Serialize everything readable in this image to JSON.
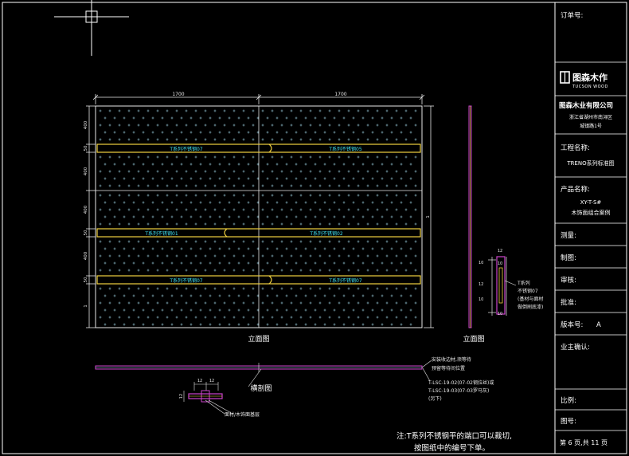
{
  "title_block": {
    "order_no_label": "订单号:",
    "logo_cn": "图森木作",
    "logo_en": "TUCSON WOOD",
    "company_name": "图森木业有限公司",
    "address_line1": "浙江省湖州市南浔区",
    "address_line2": "城镇路1号",
    "project_label": "工程名称:",
    "project_value": "TRENO系列标准图",
    "product_label": "产品名称:",
    "product_line1": "XY-T-S#",
    "product_line2": "木饰面组合案例",
    "measure_label": "测量:",
    "draw_label": "制图:",
    "review_label": "审核:",
    "approve_label": "批准:",
    "version_label": "版本号:",
    "version_value": "A",
    "owner_label": "业主确认:",
    "scale_label": "比例:",
    "drawing_no_label": "图号:",
    "page_info": "第 6 页,共 11 页"
  },
  "elevation": {
    "dim_top_left": "1700",
    "dim_top_right": "1700",
    "left_dims": [
      "400",
      "50",
      "400",
      "400",
      "50",
      "400",
      "50",
      "1"
    ],
    "strip_labels": [
      [
        "T系列不锈钢07",
        "T系列不锈钢05"
      ],
      [
        "T系列不锈钢01",
        "T系列不锈钢02"
      ],
      [
        "T系列不锈钢07",
        "T系列不锈钢07"
      ]
    ],
    "right_dim": "1",
    "caption": "立面图"
  },
  "side_view": {
    "caption": "立面图",
    "detail_dims": [
      "12",
      "10",
      "12",
      "10",
      "10",
      "10"
    ],
    "note_lines": [
      "T系列",
      "不锈钢07",
      "(基材与面材",
      "做倒刷底漆)"
    ]
  },
  "section": {
    "caption": "横剖图",
    "detail_dims": [
      "12",
      "12",
      "12"
    ],
    "note_install_1": "安装收边材,须等待",
    "note_install_2": "预留等待间位置",
    "note_codes_1": "T-LSC-19-02(07-02钢拉丝)或",
    "note_codes_2": "T-LSC-19-03(07-03罗马灰)",
    "note_codes_3": "(另下)",
    "note_face": "面材/木饰面基层"
  },
  "footer_note": {
    "line1": "注:T系列不锈钢平的端口可以裁切,",
    "line2": "按图纸中的编号下单。"
  },
  "colors": {
    "background": "#000000",
    "frame": "#ffffff",
    "panel_grid": "#9fd5e6",
    "strip": "#f0d040",
    "dimension": "#e8e8e8",
    "section": "#cc44cc",
    "label_cyan": "#40e0f0"
  }
}
